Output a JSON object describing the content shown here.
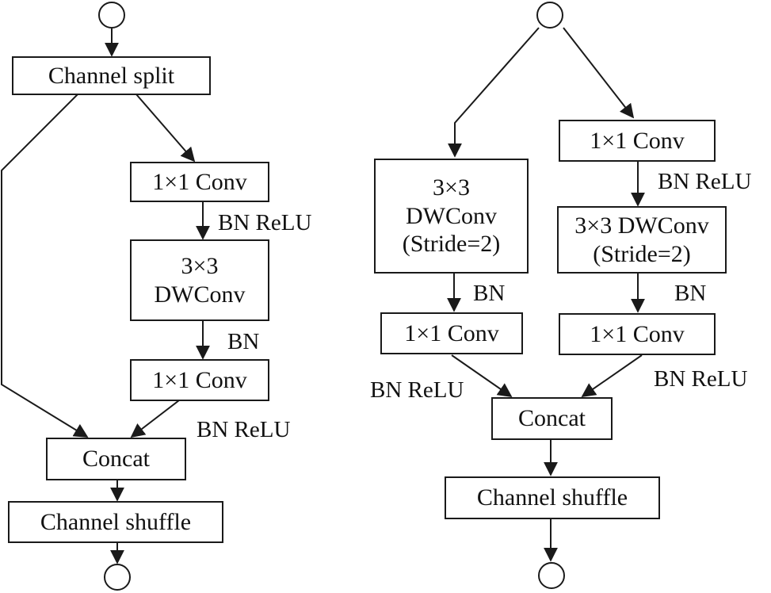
{
  "left": {
    "channel_split": "Channel split",
    "conv1_top": "1×1 Conv",
    "dwconv_l1": "3×3",
    "dwconv_l2": "DWConv",
    "conv1_bottom": "1×1 Conv",
    "concat": "Concat",
    "channel_shuffle": "Channel shuffle",
    "bn_relu_1": "BN ReLU",
    "bn": "BN",
    "bn_relu_2": "BN ReLU"
  },
  "right": {
    "dwconv_a_l1": "3×3",
    "dwconv_a_l2": "DWConv",
    "dwconv_a_l3": "(Stride=2)",
    "conv1_a": "1×1 Conv",
    "conv1_b_top": "1×1 Conv",
    "dwconv_b_l1": "3×3 DWConv",
    "dwconv_b_l2": "(Stride=2)",
    "conv1_b_bottom": "1×1 Conv",
    "concat": "Concat",
    "channel_shuffle": "Channel shuffle",
    "bn_a": "BN",
    "bn_relu_a": "BN ReLU",
    "bn_relu_b": "BN ReLU",
    "bn_b": "BN",
    "bn_relu_c": "BN ReLU"
  },
  "colors": {
    "stroke": "#1a1a1a",
    "background": "#ffffff"
  }
}
